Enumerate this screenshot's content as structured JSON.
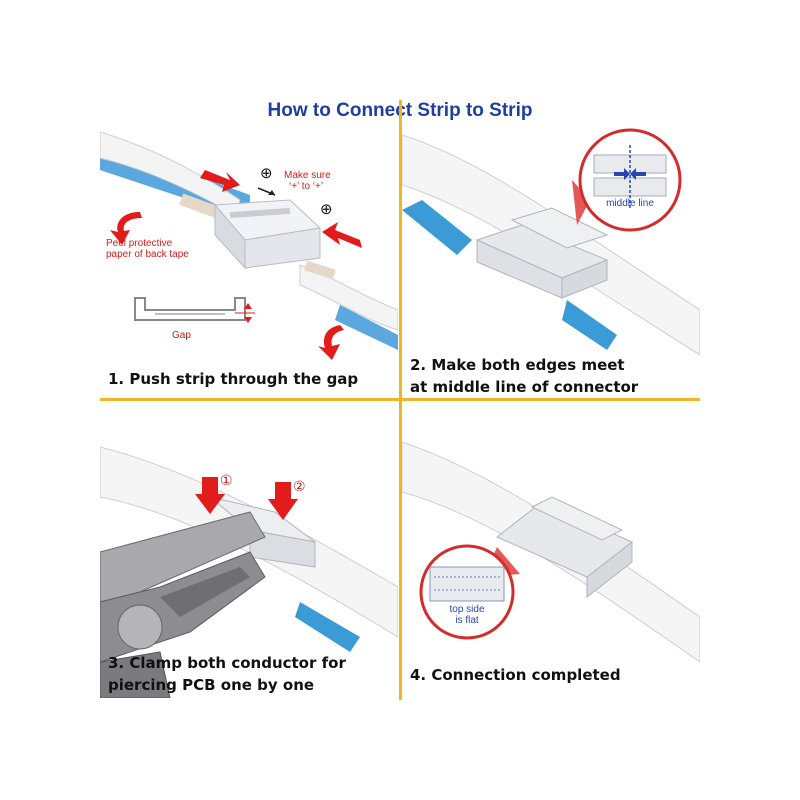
{
  "title": "How to Connect Strip to Strip",
  "colors": {
    "title": "#1f3fa0",
    "divider": "#f0b429",
    "arrow": "#e21b1b",
    "tape": "#3a9bd6"
  },
  "panels": [
    {
      "step": "1. Push strip through the gap",
      "labels": {
        "make_sure_line1": "Make sure",
        "make_sure_line2": "‘+’ to ‘+’",
        "plus_symbol": "⊕",
        "peel_line1": "Peel protective",
        "peel_line2": "paper of back tape",
        "gap": "Gap"
      }
    },
    {
      "step_line1": "2. Make both edges meet",
      "step_line2": "at middle line of connector",
      "labels": {
        "middle_line": "middle line"
      }
    },
    {
      "step_line1": "3. Clamp both conductor for",
      "step_line2": "piercing PCB one by one",
      "labels": {
        "mark1": "①",
        "mark2": "②"
      }
    },
    {
      "step": "4. Connection completed",
      "labels": {
        "top_side_line1": "top side",
        "top_side_line2": "is flat"
      }
    }
  ]
}
